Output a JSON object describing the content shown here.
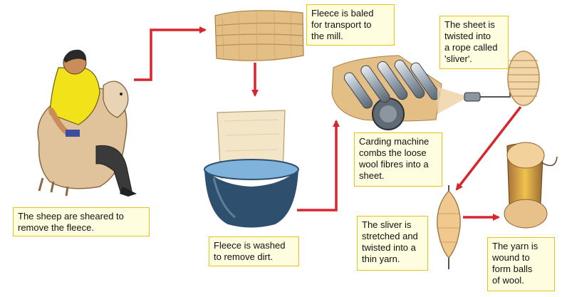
{
  "captions": {
    "shear": "The sheep are sheared to\nremove the fleece.",
    "bale": "Fleece is baled\nfor transport to\nthe mill.",
    "wash": "Fleece is washed\nto remove dirt.",
    "card": "Carding machine\ncombs the loose\nwool fibres into a\nsheet.",
    "sliver": "The sheet is\ntwisted into\na rope called\n'sliver'.",
    "spin": "The sliver is\nstretched and\ntwisted into a\nthin yarn.",
    "wind": "The yarn is\nwound to\nform balls\nof wool."
  },
  "colors": {
    "arrow": "#d7262e",
    "caption_fill": "#fffde0",
    "caption_border": "#e8c21a",
    "wool": "#e3bf86",
    "water": "#7fb3dc",
    "bowl": "#2f4f6f",
    "shirt": "#f2e21a"
  }
}
